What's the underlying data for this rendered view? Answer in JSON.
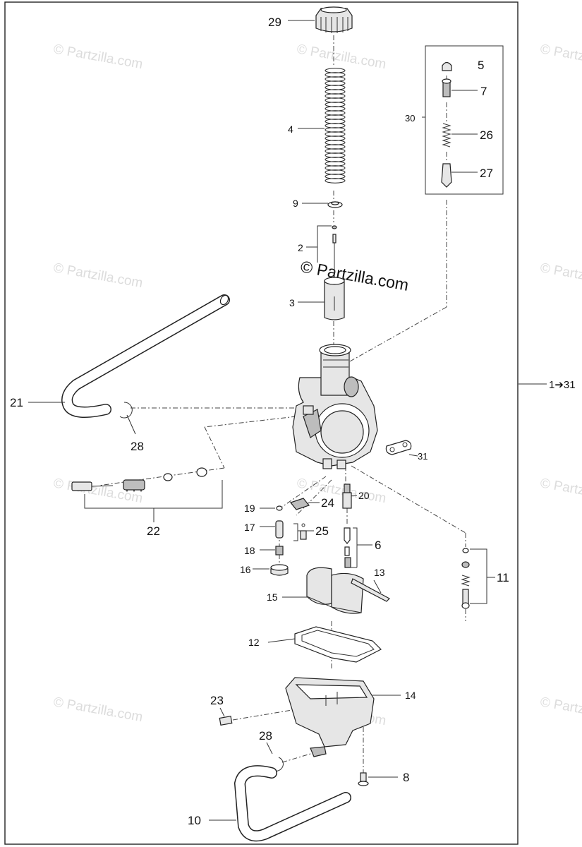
{
  "watermarks": {
    "small": "© Partzilla.com",
    "center": "© Partzilla.com"
  },
  "assembly_ref": "1➔31",
  "callouts": {
    "c29": "29",
    "c5": "5",
    "c7": "7",
    "c30": "30",
    "c26": "26",
    "c27": "27",
    "c4": "4",
    "c9": "9",
    "c2": "2",
    "c3": "3",
    "c21": "21",
    "c28a": "28",
    "c31": "31",
    "c22": "22",
    "c24": "24",
    "c20": "20",
    "c19": "19",
    "c17": "17",
    "c25": "25",
    "c6": "6",
    "c18": "18",
    "c16": "16",
    "c11": "11",
    "c13": "13",
    "c15": "15",
    "c12": "12",
    "c14": "14",
    "c23": "23",
    "c28b": "28",
    "c8": "8",
    "c10": "10"
  }
}
